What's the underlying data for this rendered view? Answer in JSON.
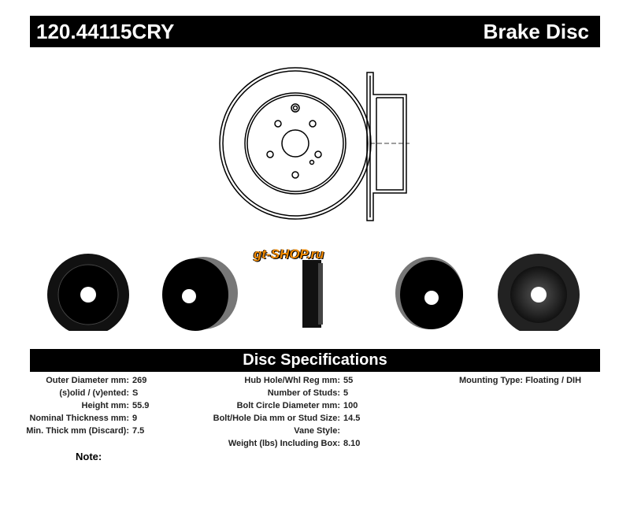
{
  "header": {
    "part_number": "120.44115CRY",
    "title": "Brake Disc"
  },
  "logo": "gt-shop.ru",
  "spec_title": "Disc Specifications",
  "specs_col1": [
    {
      "label": "Outer Diameter mm:",
      "value": "269"
    },
    {
      "label": "(s)olid / (v)ented:",
      "value": "S"
    },
    {
      "label": "Height mm:",
      "value": "55.9"
    },
    {
      "label": "Nominal Thickness mm:",
      "value": "9"
    },
    {
      "label": "Min. Thick mm (Discard):",
      "value": "7.5"
    }
  ],
  "specs_col2": [
    {
      "label": "Hub Hole/Whl Reg mm:",
      "value": "55"
    },
    {
      "label": "Number of Studs:",
      "value": "5"
    },
    {
      "label": "Bolt Circle Diameter mm:",
      "value": "100"
    },
    {
      "label": "Bolt/Hole Dia mm or Stud Size:",
      "value": "14.5"
    },
    {
      "label": "Vane Style:",
      "value": ""
    },
    {
      "label": "Weight (lbs) Including Box:",
      "value": "8.10"
    }
  ],
  "specs_col3": [
    {
      "label": "Mounting Type:",
      "value": "Floating / DIH"
    }
  ],
  "note_label": "Note:"
}
